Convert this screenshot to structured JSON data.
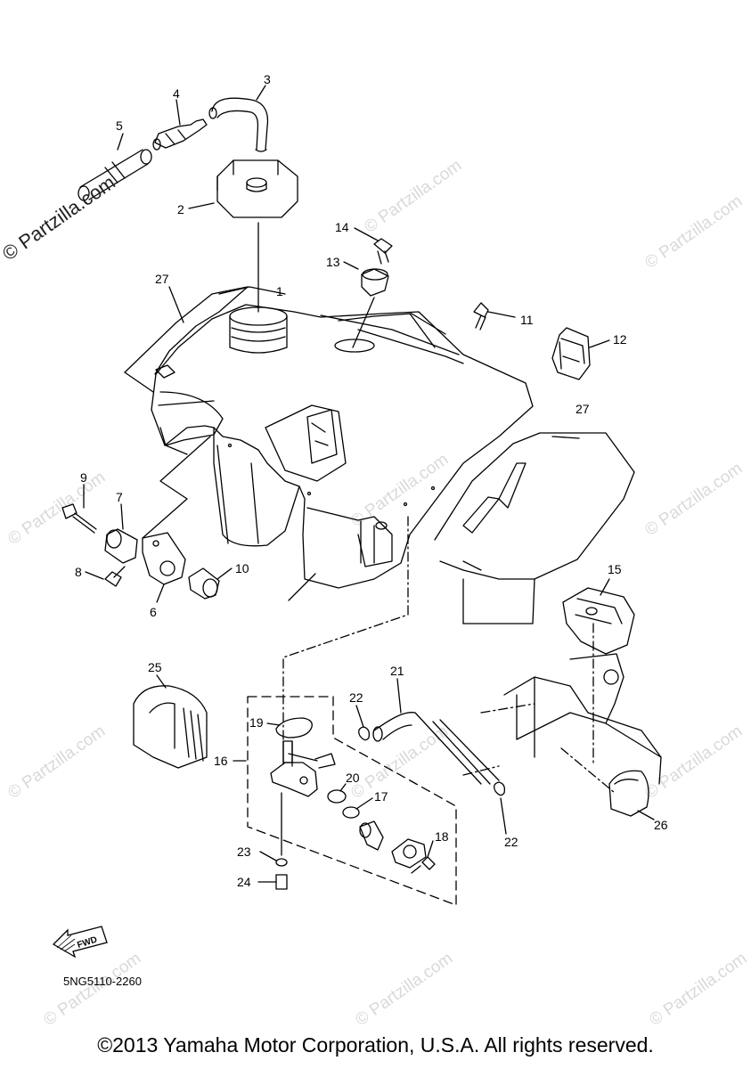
{
  "watermark": {
    "main": "© Partzilla.com",
    "faded": "© Partzilla.com"
  },
  "callouts": [
    "1",
    "2",
    "3",
    "4",
    "5",
    "6",
    "7",
    "8",
    "9",
    "10",
    "11",
    "12",
    "13",
    "14",
    "15",
    "16",
    "17",
    "18",
    "19",
    "20",
    "21",
    "22",
    "22",
    "23",
    "24",
    "25",
    "26",
    "27",
    "27"
  ],
  "fwd_label": "FWD",
  "diagram_code": "5NG5110-2260",
  "copyright": "©2013 Yamaha Motor Corporation, U.S.A. All rights reserved."
}
